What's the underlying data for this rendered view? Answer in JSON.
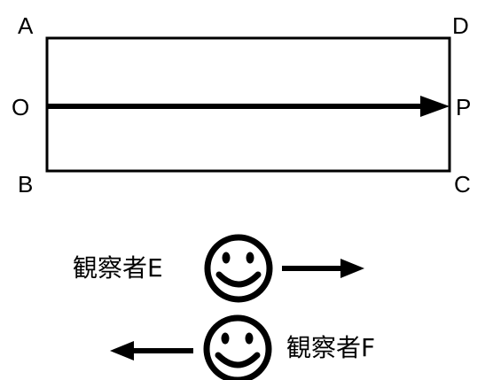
{
  "diagram": {
    "labels": {
      "A": "A",
      "D": "D",
      "O": "O",
      "P": "P",
      "B": "B",
      "C": "C"
    },
    "observer_e": {
      "label": "観察者E",
      "direction": "right"
    },
    "observer_f": {
      "label": "観察者F",
      "direction": "left"
    },
    "colors": {
      "stroke": "#000000",
      "background": "#ffffff"
    },
    "icons": {
      "face": "smiley-face-icon",
      "arrow": "arrow-icon"
    }
  }
}
